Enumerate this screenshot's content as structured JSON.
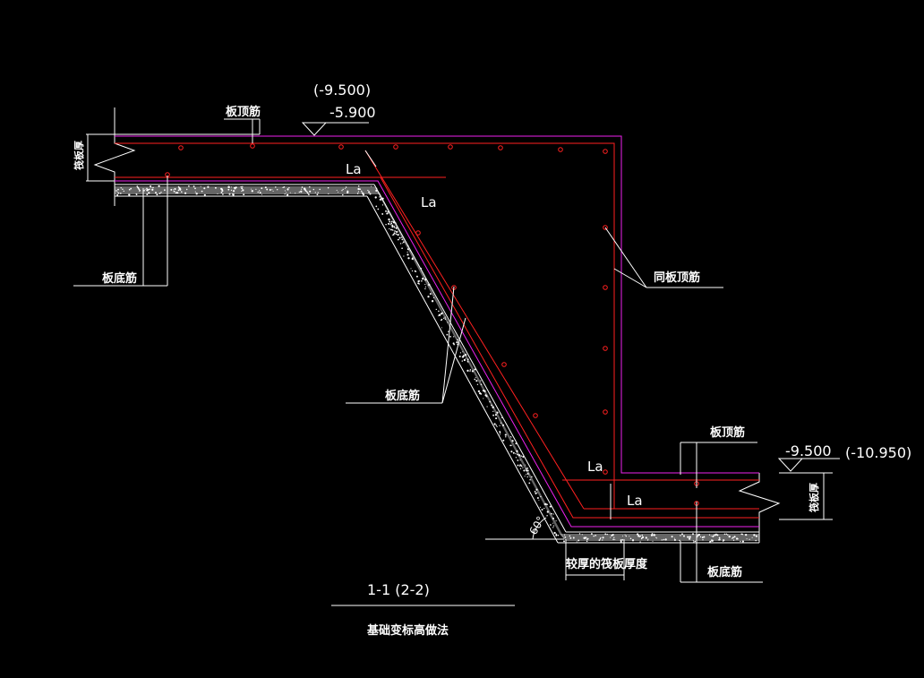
{
  "colors": {
    "background": "#000000",
    "lines": "#ffffff",
    "rebar": "#ff2020",
    "waterproof": "#ee22ee"
  },
  "elevations": {
    "upper_paren": "(-9.500)",
    "upper": "-5.900",
    "lower": "-9.500",
    "lower_paren": "(-10.950)"
  },
  "labels": {
    "top_slab_rebar_left": "板顶筋",
    "top_slab_rebar_right": "板顶筋",
    "bottom_slab_rebar_left": "板底筋",
    "bottom_slab_rebar_slope": "板底筋",
    "bottom_slab_rebar_right": "板底筋",
    "same_top_rebar": "同板顶筋",
    "slab_thickness_left": "筏板厚",
    "slab_thickness_right": "筏板厚",
    "thicker_slab_note": "较厚的筏板厚度",
    "anchor_1": "La",
    "anchor_2": "La",
    "anchor_3": "La",
    "anchor_4": "La",
    "angle": "60°"
  },
  "section": {
    "id": "1-1 (2-2)",
    "caption": "基础变标高做法"
  }
}
